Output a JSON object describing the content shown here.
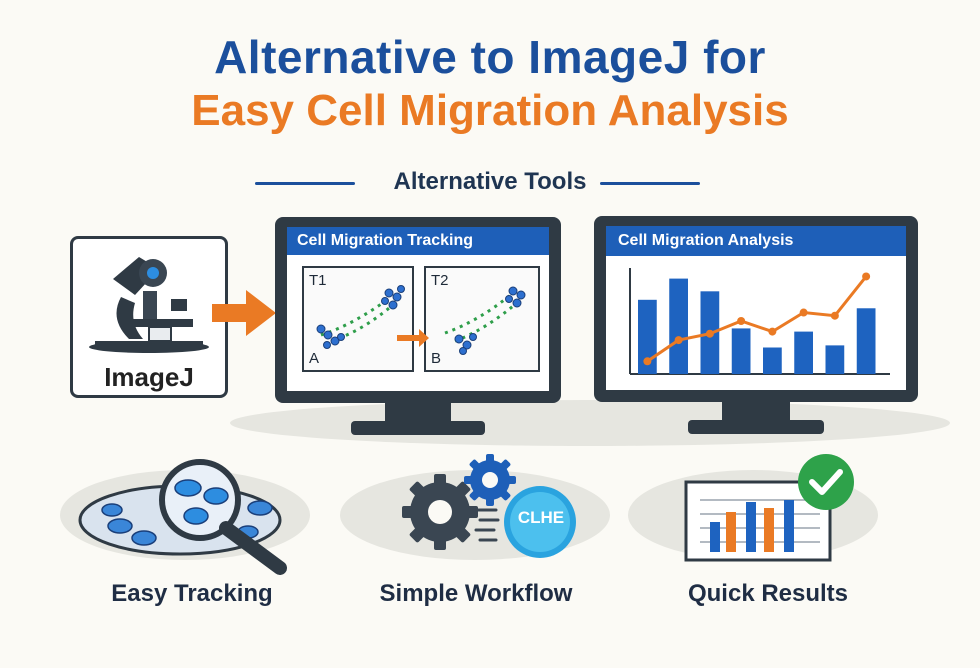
{
  "header": {
    "title_line1": "Alternative to ImageJ for",
    "title_line2": "Easy Cell Migration Analysis",
    "section": "Alternative Tools"
  },
  "left_card": {
    "label": "ImageJ",
    "icon": "microscope-icon"
  },
  "monitor1": {
    "title": "Cell Migration Tracking",
    "panel_left_label": "T1",
    "panel_left_point": "A",
    "panel_right_label": "T2",
    "panel_right_point": "B"
  },
  "monitor2": {
    "title": "Cell Migration Analysis"
  },
  "features": [
    {
      "label": "Easy Tracking",
      "icon": "magnifier-cells-icon"
    },
    {
      "label": "Simple Workflow",
      "icon": "gears-icon",
      "badge": "CLHE"
    },
    {
      "label": "Quick Results",
      "icon": "results-chart-icon"
    }
  ],
  "colors": {
    "blue": "#1b4f9c",
    "orange": "#ea7a24",
    "green": "#2ea24a",
    "bar_blue": "#1e63c0"
  },
  "chart_data": {
    "type": "bar",
    "bars": [
      70,
      90,
      78,
      43,
      25,
      40,
      27,
      62
    ],
    "line": [
      12,
      32,
      38,
      50,
      40,
      58,
      55,
      92
    ],
    "ylim": [
      0,
      100
    ]
  }
}
